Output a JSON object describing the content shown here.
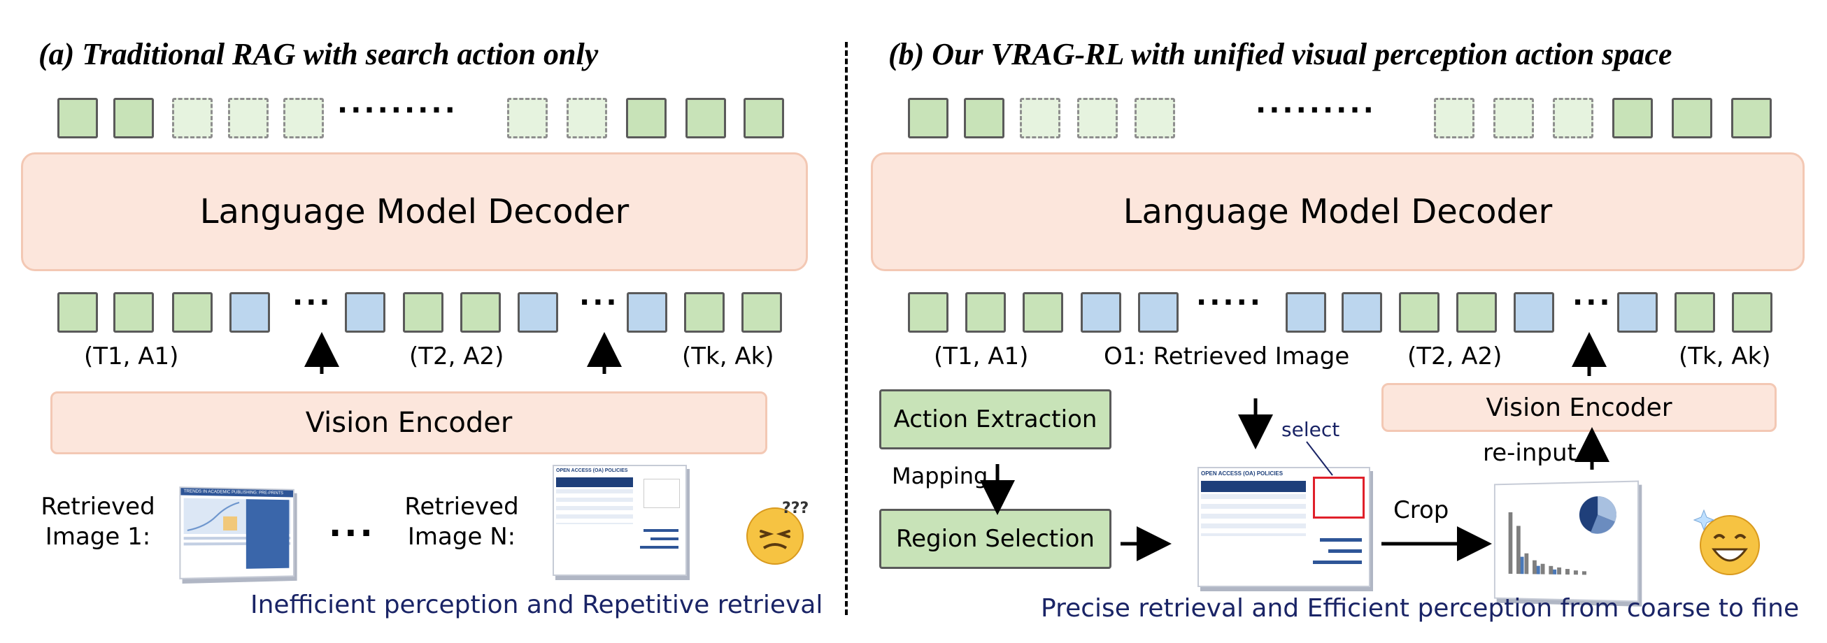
{
  "panel_a": {
    "title": "(a) Traditional RAG with search action only",
    "top_dots": "·········",
    "decoder_label": "Language Model Decoder",
    "mid_dots_1": "···",
    "mid_dots_2": "···",
    "pair_1": "(T1, A1)",
    "pair_2": "(T2, A2)",
    "pair_k": "(Tk, Ak)",
    "encoder_label": "Vision Encoder",
    "retrieved_1_line1": "Retrieved",
    "retrieved_1_line2": "Image 1:",
    "between_dots": "···",
    "retrieved_n_line1": "Retrieved",
    "retrieved_n_line2": "Image N:",
    "doc1_title": "TRENDS IN ACADEMIC PUBLISHING: PRE-PRINTS",
    "doc2_title": "OPEN ACCESS (OA) POLICIES",
    "emoji": "confused-face",
    "caption": "Inefficient perception and Repetitive retrieval"
  },
  "panel_b": {
    "title": "(b) Our VRAG-RL with unified visual perception action space",
    "top_dots": "·········",
    "decoder_label": "Language Model Decoder",
    "mid_dots_1": "·····",
    "mid_dots_2": "···",
    "pair_1": "(T1, A1)",
    "observation": "O1: Retrieved Image",
    "pair_2": "(T2, A2)",
    "pair_k": "(Tk, Ak)",
    "action_extraction": "Action Extraction",
    "mapping": "Mapping",
    "region_selection": "Region Selection",
    "select": "select",
    "crop": "Crop",
    "reinput": "re-input",
    "encoder_label": "Vision Encoder",
    "doc_title": "OPEN ACCESS (OA) POLICIES",
    "emoji": "happy-face",
    "caption": "Precise retrieval and Efficient perception from coarse to fine"
  },
  "colors": {
    "green_token": "#c8e3b8",
    "light_green_token": "#e6f3df",
    "blue_token": "#bcd6ee",
    "decoder_fill": "#fce6dc",
    "caption": "#1a2466",
    "select_box": "#e0202a"
  }
}
